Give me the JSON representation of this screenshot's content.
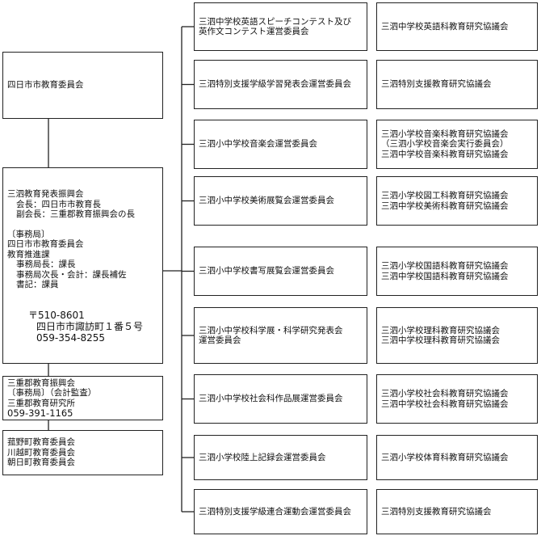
{
  "left": {
    "board": "四日市市教育委員会",
    "council": {
      "name": "三泗教育発表振興会",
      "chair": "会長：四日市市教育長",
      "vice": "副会長：三重郡教育振興会の長",
      "office_heading": "〔事務局〕",
      "office_org": "四日市市教育委員会",
      "office_dept": "教育推進課",
      "office_roles": [
        "事務局長：課長",
        "事務局次長・会計：課長補佐",
        "書記：課員"
      ],
      "postal": "〒510-8601",
      "address": "四日市市諏訪町１番５号",
      "phone": "059-354-8255"
    },
    "mie": {
      "line1": "三重郡教育振興会",
      "line2": "〔事務局〕（会計監査）",
      "line3": "三重郡教育研究所",
      "line4": "059-391-1165"
    },
    "towns": [
      "菰野町教育委員会",
      "川越町教育委員会",
      "朝日町教育委員会"
    ]
  },
  "rows": [
    {
      "committee": [
        "三泗中学校英語スピーチコンテスト及び",
        "英作文コンテスト運営委員会"
      ],
      "council": [
        "三泗中学校英語科教育研究協議会"
      ]
    },
    {
      "committee": [
        "三泗特別支援学級学習発表会運営委員会"
      ],
      "council": [
        "三泗特別支援教育研究協議会"
      ]
    },
    {
      "committee": [
        "三泗小中学校音楽会運営委員会"
      ],
      "council": [
        "三泗小学校音楽科教育研究協議会",
        "（三泗小学校音楽会実行委員会）",
        "三泗中学校音楽科教育研究協議会"
      ]
    },
    {
      "committee": [
        "三泗小中学校美術展覧会運営委員会"
      ],
      "council": [
        "三泗小学校図工科教育研究協議会",
        "三泗中学校美術科教育研究協議会"
      ]
    },
    {
      "committee": [
        "三泗小中学校書写展覧会運営委員会"
      ],
      "council": [
        "三泗小学校国語科教育研究協議会",
        "三泗中学校国語科教育研究協議会"
      ]
    },
    {
      "committee": [
        "三泗小中学校科学展・科学研究発表会",
        "運営委員会"
      ],
      "council": [
        "三泗小学校理科教育研究協議会",
        "三泗中学校理科教育研究協議会"
      ]
    },
    {
      "committee": [
        "三泗小中学校社会科作品展運営委員会"
      ],
      "council": [
        "三泗小学校社会科教育研究協議会",
        "三泗中学校社会科教育研究協議会"
      ]
    },
    {
      "committee": [
        "三泗小学校陸上記録会運営委員会"
      ],
      "council": [
        "三泗小学校体育科教育研究協議会"
      ]
    },
    {
      "committee": [
        "三泗特別支援学級連合運動会運営委員会"
      ],
      "council": [
        "三泗特別支援教育研究協議会"
      ]
    }
  ]
}
